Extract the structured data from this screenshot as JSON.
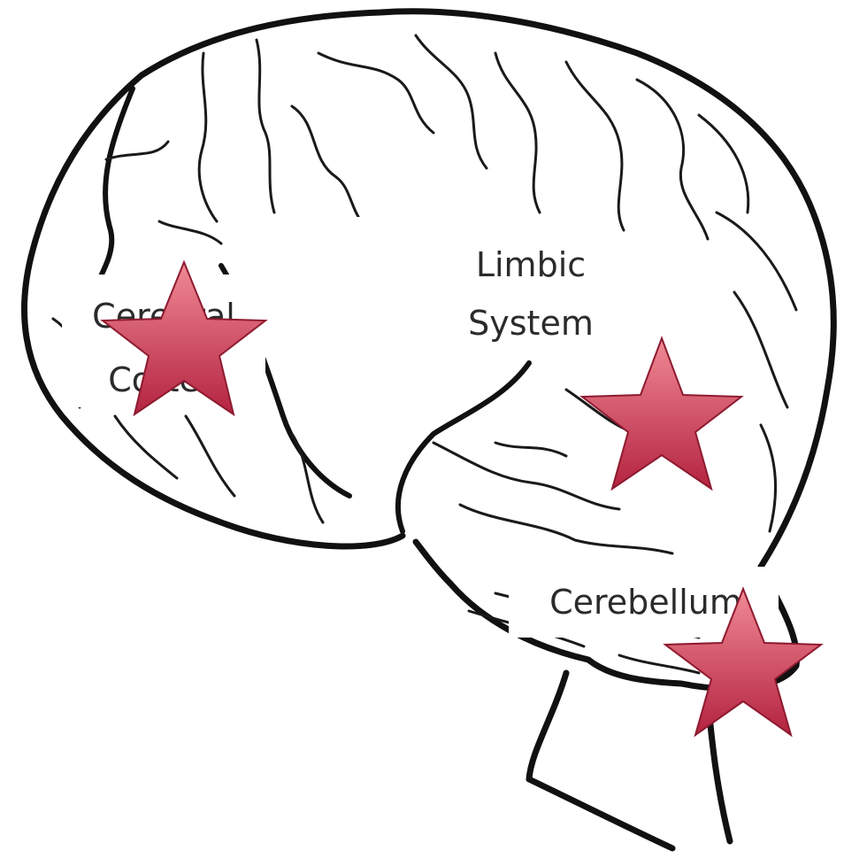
{
  "regions": {
    "cerebral_cortex": {
      "line1": "Cerebral",
      "line2": "Cortex"
    },
    "limbic_system": {
      "line1": "Limbic",
      "line2": "System"
    },
    "cerebellum": {
      "line1": "Cerebellum"
    }
  },
  "markers": {
    "shape": "star-icon",
    "count": 3,
    "color_light": "#f08a96",
    "color_dark": "#b42340",
    "stroke": "#8e1a30"
  }
}
